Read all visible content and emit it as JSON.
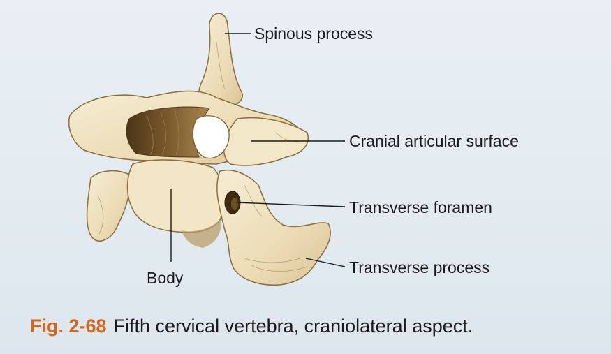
{
  "labels": {
    "spinous_process": "Spinous process",
    "cranial_articular_surface": "Cranial articular surface",
    "transverse_foramen": "Transverse foramen",
    "transverse_process": "Transverse process",
    "body": "Body"
  },
  "caption": {
    "figure_number": "Fig. 2-68",
    "text": "Fifth cervical vertebra, craniolateral aspect."
  },
  "colors": {
    "background": "#e6edf2",
    "bone_fill": "#efe3c2",
    "bone_shadow": "#b89a62",
    "bone_dark": "#5a4424",
    "figure_number": "#d2691e",
    "leader_line": "#1a1a1a"
  }
}
